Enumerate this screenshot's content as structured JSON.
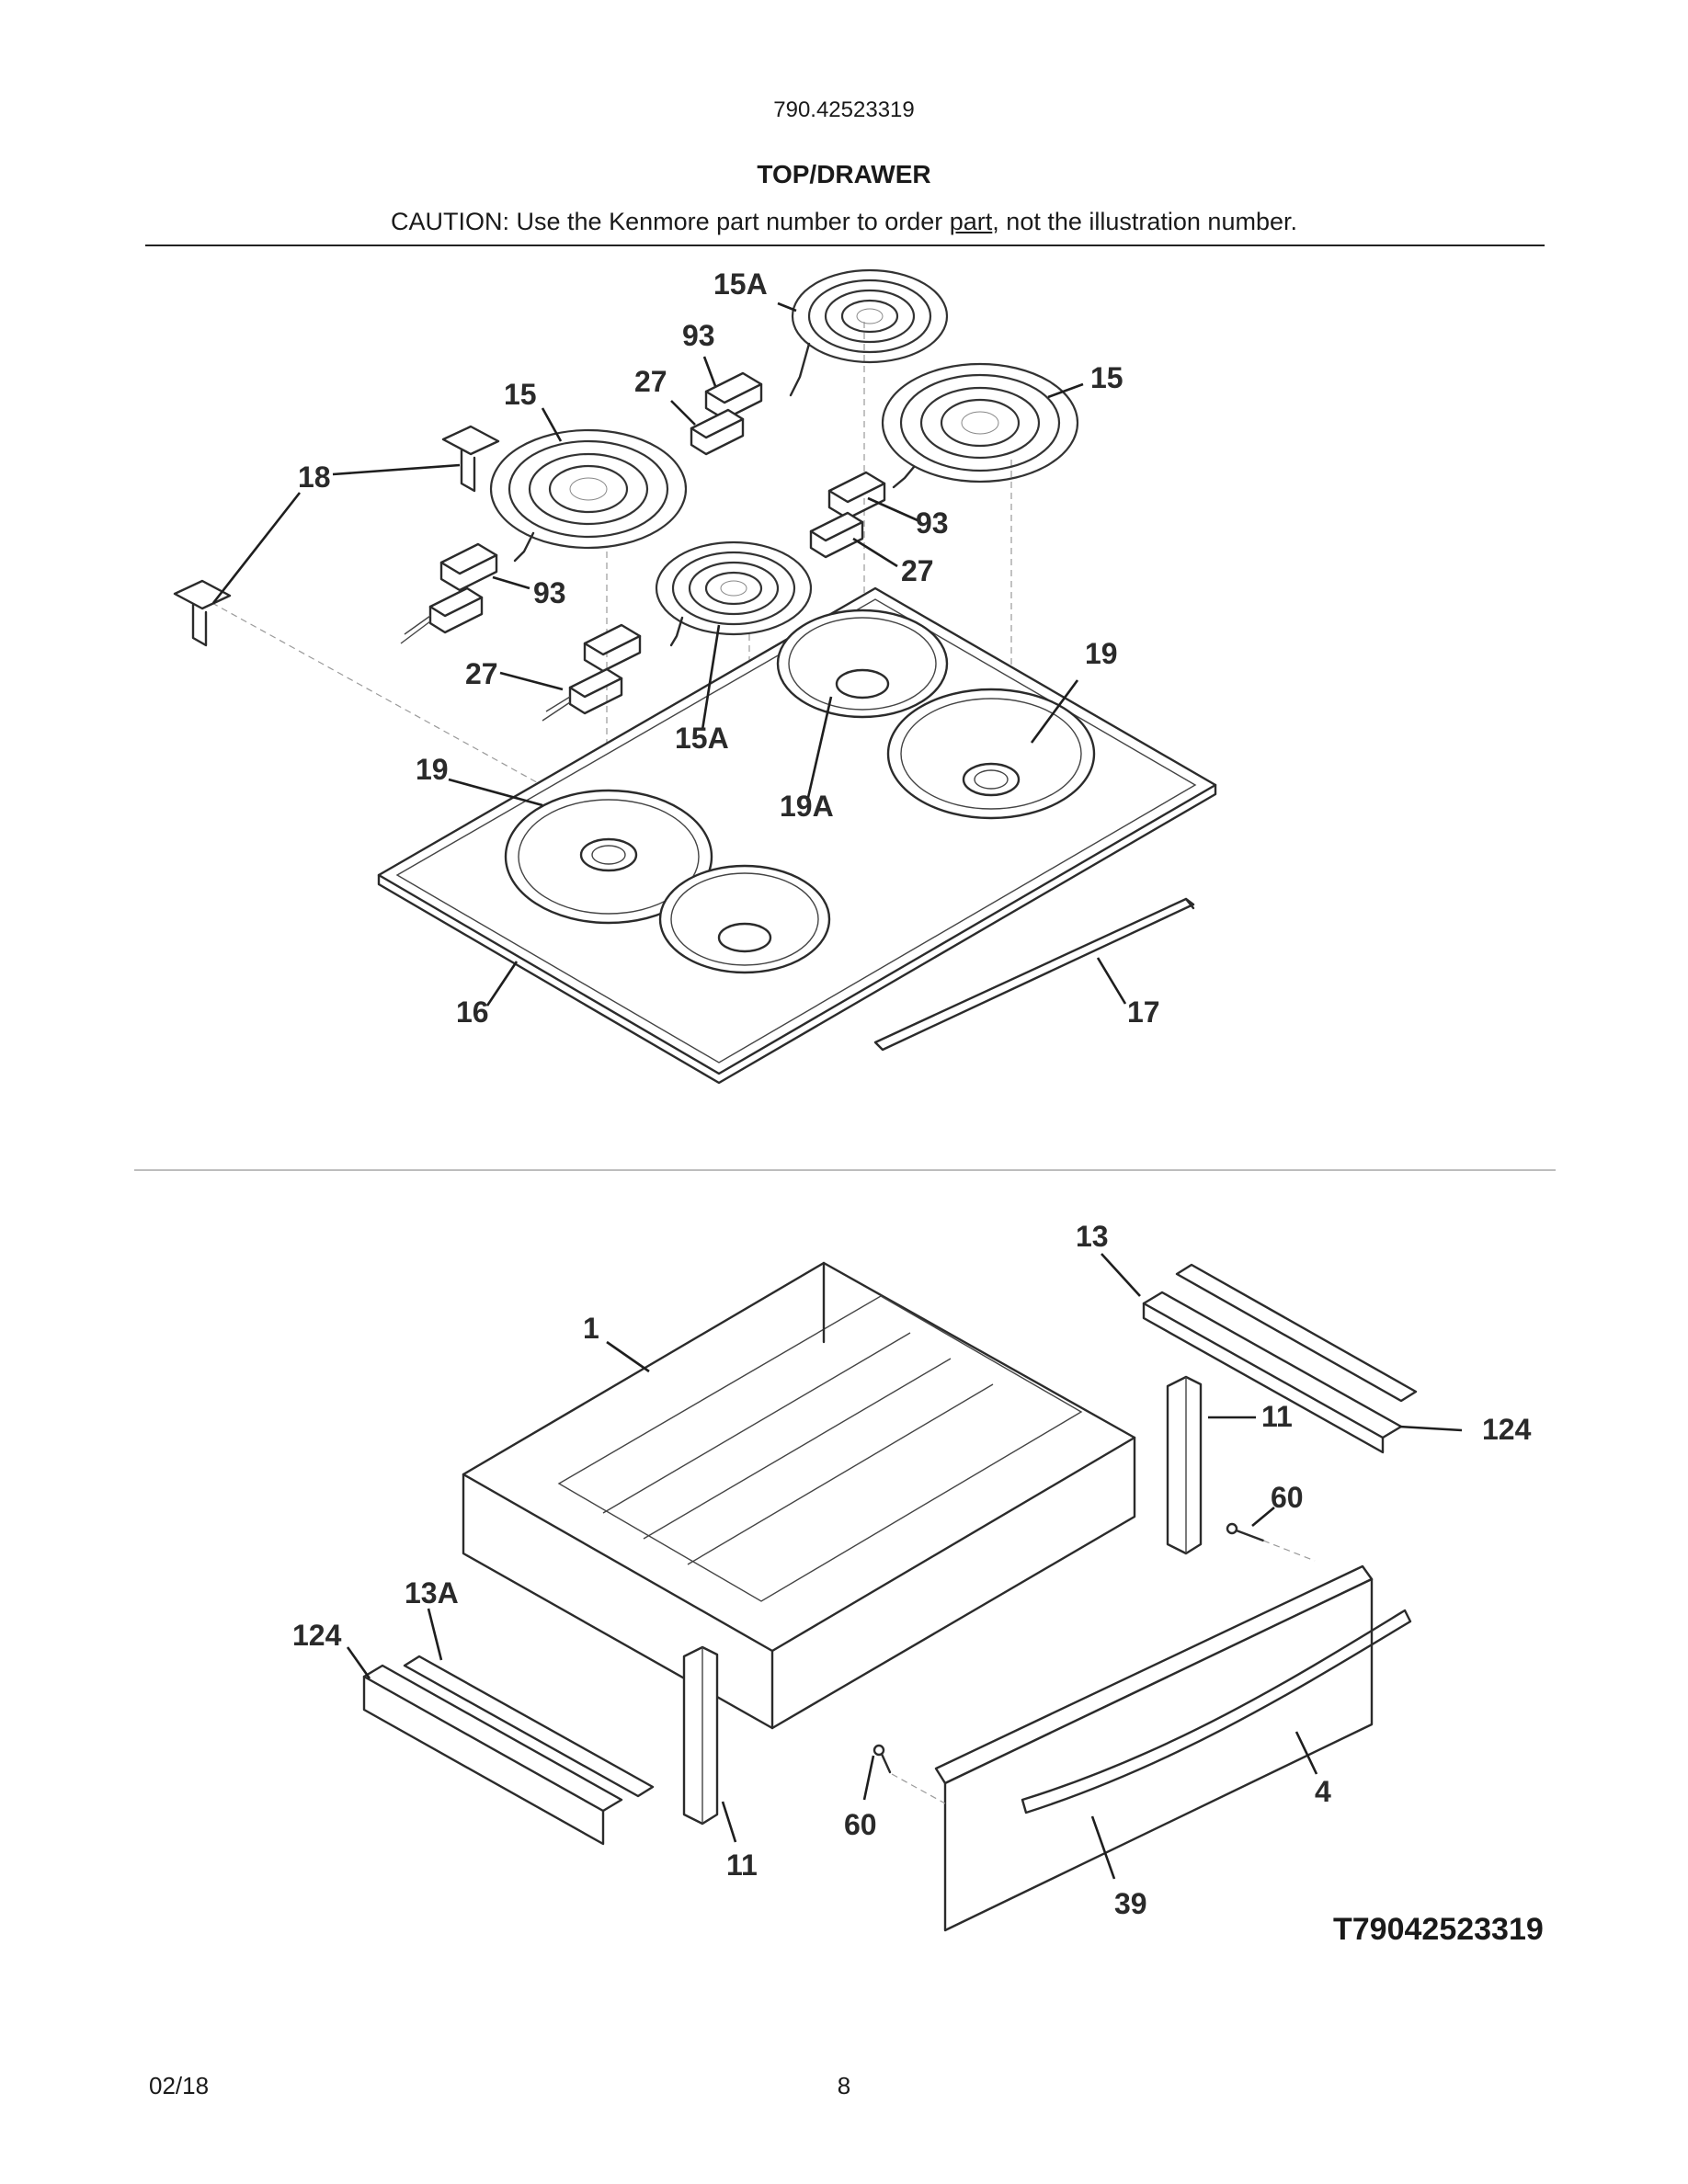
{
  "header": {
    "model_number": "790.42523319",
    "section_title": "TOP/DRAWER",
    "caution_before": "CAUTION: Use the Kenmore part number to order ",
    "caution_underlined": "part",
    "caution_after": ", not the illustration number."
  },
  "top_callouts": [
    {
      "label": "15A",
      "part": "surface-element-small"
    },
    {
      "label": "93",
      "part": "terminal-block"
    },
    {
      "label": "27",
      "part": "wire-harness-connector"
    },
    {
      "label": "15",
      "part": "surface-element-large"
    },
    {
      "label": "15",
      "part": "surface-element-large"
    },
    {
      "label": "18",
      "part": "element-bracket"
    },
    {
      "label": "93",
      "part": "terminal-block"
    },
    {
      "label": "27",
      "part": "wire-harness-connector"
    },
    {
      "label": "93",
      "part": "terminal-block"
    },
    {
      "label": "27",
      "part": "wire-harness-connector"
    },
    {
      "label": "15A",
      "part": "surface-element-small"
    },
    {
      "label": "19",
      "part": "drip-bowl-large"
    },
    {
      "label": "19",
      "part": "drip-bowl-large"
    },
    {
      "label": "19A",
      "part": "drip-bowl-small"
    },
    {
      "label": "16",
      "part": "cooktop"
    },
    {
      "label": "17",
      "part": "trim-rod"
    }
  ],
  "bottom_callouts": [
    {
      "label": "13",
      "part": "drawer-slide-right"
    },
    {
      "label": "1",
      "part": "drawer-body"
    },
    {
      "label": "11",
      "part": "drawer-bracket"
    },
    {
      "label": "124",
      "part": "slide-rail"
    },
    {
      "label": "60",
      "part": "screw"
    },
    {
      "label": "13A",
      "part": "drawer-slide-left"
    },
    {
      "label": "124",
      "part": "slide-rail"
    },
    {
      "label": "4",
      "part": "drawer-front"
    },
    {
      "label": "60",
      "part": "screw"
    },
    {
      "label": "11",
      "part": "drawer-bracket"
    },
    {
      "label": "39",
      "part": "drawer-handle"
    }
  ],
  "diagram_code": "T79042523319",
  "footer": {
    "date": "02/18",
    "page_number": "8"
  }
}
